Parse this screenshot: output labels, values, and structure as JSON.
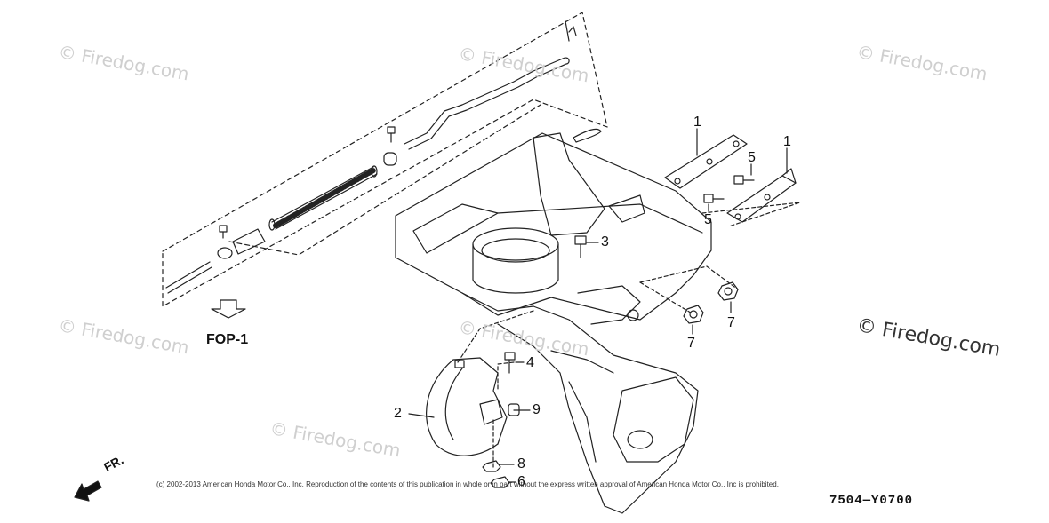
{
  "watermarks": [
    {
      "text": "© Firedog.com"
    },
    {
      "text": "© Firedog.com"
    },
    {
      "text": "© Firedog.com"
    },
    {
      "text": "© Firedog.com"
    },
    {
      "text": "© Firedog.com"
    },
    {
      "text": "© Firedog.com"
    }
  ],
  "watermark_right": "© Firedog.com",
  "callouts": {
    "c1a": "1",
    "c1b": "1",
    "c2": "2",
    "c3": "3",
    "c4": "4",
    "c5a": "5",
    "c5b": "5",
    "c6": "6",
    "c7a": "7",
    "c7b": "7",
    "c8": "8",
    "c9": "9"
  },
  "reference_label": "FOP-1",
  "direction_label": "FR.",
  "copyright": "(c) 2002-2013 American Honda Motor Co., Inc. Reproduction of the contents of this publication in whole or in part without the express written approval of American Honda Motor Co., Inc is prohibited.",
  "part_number": "7504—Y0700",
  "colors": {
    "line": "#222222",
    "watermark": "#cfcfcf",
    "background": "#ffffff"
  }
}
